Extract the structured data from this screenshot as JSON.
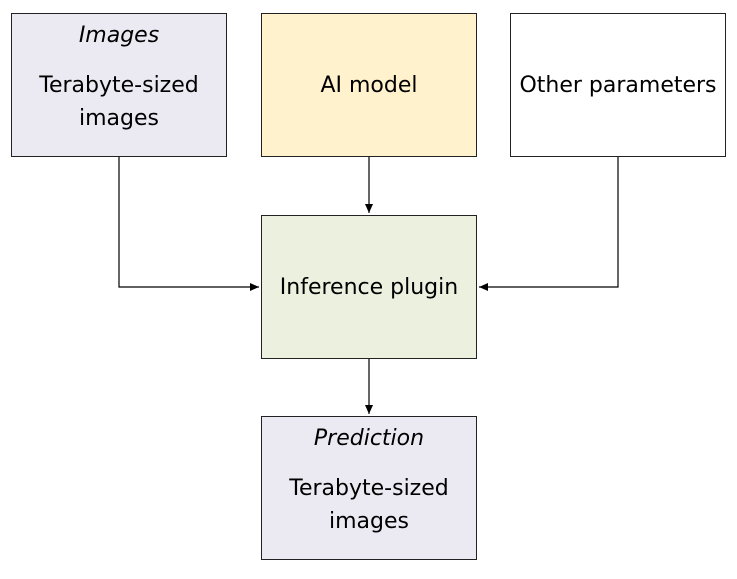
{
  "images_box": {
    "title": "Images",
    "body": "Terabyte-sized images"
  },
  "ai_model_box": {
    "body": "AI model"
  },
  "other_params_box": {
    "body": "Other parameters"
  },
  "inference_box": {
    "body": "Inference plugin"
  },
  "prediction_box": {
    "title": "Prediction",
    "body": "Terabyte-sized images"
  }
}
